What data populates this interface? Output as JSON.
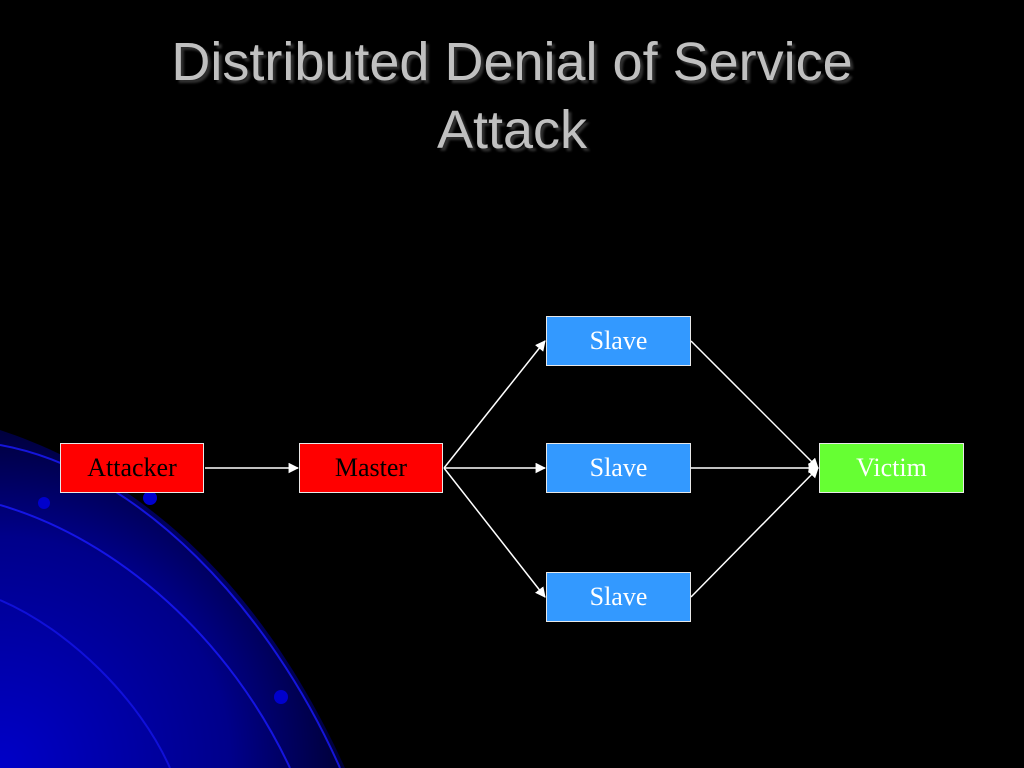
{
  "slide": {
    "title_line1": "Distributed Denial of Service",
    "title_line2": "Attack"
  },
  "diagram": {
    "nodes": {
      "attacker": {
        "label": "Attacker",
        "fill": "#ff0000",
        "text_color": "#000000"
      },
      "master": {
        "label": "Master",
        "fill": "#ff0000",
        "text_color": "#000000"
      },
      "slave_top": {
        "label": "Slave",
        "fill": "#3399ff",
        "text_color": "#ffffff"
      },
      "slave_middle": {
        "label": "Slave",
        "fill": "#3399ff",
        "text_color": "#ffffff"
      },
      "slave_bottom": {
        "label": "Slave",
        "fill": "#3399ff",
        "text_color": "#ffffff"
      },
      "victim": {
        "label": "Victim",
        "fill": "#66ff33",
        "text_color": "#ffffff"
      }
    },
    "edges": [
      {
        "from": "attacker",
        "to": "master"
      },
      {
        "from": "master",
        "to": "slave_top"
      },
      {
        "from": "master",
        "to": "slave_middle"
      },
      {
        "from": "master",
        "to": "slave_bottom"
      },
      {
        "from": "slave_top",
        "to": "victim"
      },
      {
        "from": "slave_middle",
        "to": "victim"
      },
      {
        "from": "slave_bottom",
        "to": "victim"
      }
    ],
    "arrow_color": "#ffffff"
  },
  "theme": {
    "background": "#000000",
    "title_color": "#c0c0c0",
    "accent_blue": "#0000cc"
  }
}
